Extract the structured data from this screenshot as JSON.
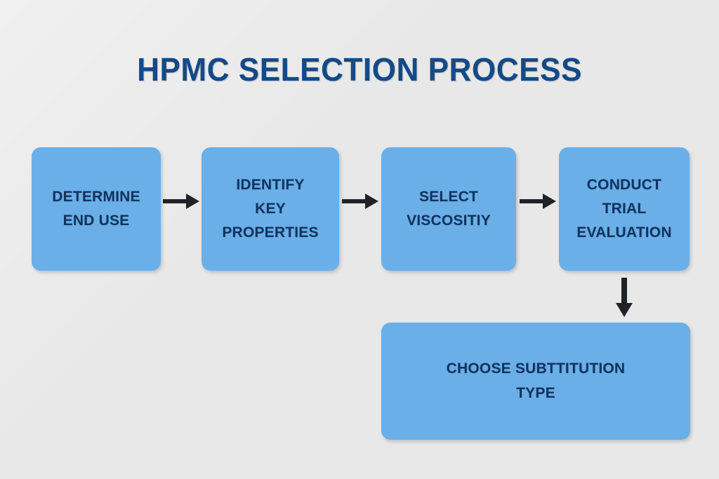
{
  "diagram": {
    "title": "HPMC SELECTION PROCESS",
    "background_color": "#e8e8e8",
    "node_fill_color": "#6bafe8",
    "node_text_color": "#10335e",
    "title_color": "#144a87",
    "arrow_color": "#1f2328",
    "nodes": [
      {
        "id": "determine-end-use",
        "label": "DETERMINE\nEND USE",
        "lines": [
          "DETERMINE",
          "END USE"
        ]
      },
      {
        "id": "identify-key-properties",
        "label": "IDENTIFY\nKEY\nPROPERTIES",
        "lines": [
          "IDENTIFY",
          "KEY",
          "PROPERTIES"
        ]
      },
      {
        "id": "select-viscositiy",
        "label": "SELECT\nVISCOSITIY",
        "lines": [
          "SELECT",
          "VISCOSITIY"
        ]
      },
      {
        "id": "conduct-trial-evaluation",
        "label": "CONDUCT\nTRIAL\nEVALUATION",
        "lines": [
          "CONDUCT",
          "TRIAL",
          "EVALUATION"
        ]
      },
      {
        "id": "choose-subttitution-type",
        "label": "CHOOSE SUBTTITUTION\nTYPE",
        "lines": [
          "CHOOSE SUBTTITUTION",
          "TYPE"
        ]
      }
    ],
    "connectors": [
      {
        "id": "arrow-1",
        "from": "determine-end-use",
        "to": "identify-key-properties",
        "direction": "right"
      },
      {
        "id": "arrow-2",
        "from": "identify-key-properties",
        "to": "select-viscositiy",
        "direction": "right"
      },
      {
        "id": "arrow-3",
        "from": "select-viscositiy",
        "to": "conduct-trial-evaluation",
        "direction": "right"
      },
      {
        "id": "arrow-4",
        "from": "conduct-trial-evaluation",
        "to": "choose-subttitution-type",
        "direction": "down"
      }
    ]
  },
  "chart_data": {
    "type": "diagram",
    "subtype": "flowchart",
    "title": "HPMC SELECTION PROCESS",
    "steps": [
      "DETERMINE END USE",
      "IDENTIFY KEY PROPERTIES",
      "SELECT VISCOSITIY",
      "CONDUCT TRIAL EVALUATION",
      "CHOOSE SUBTTITUTION TYPE"
    ],
    "edges": [
      [
        "DETERMINE END USE",
        "IDENTIFY KEY PROPERTIES"
      ],
      [
        "IDENTIFY KEY PROPERTIES",
        "SELECT VISCOSITIY"
      ],
      [
        "SELECT VISCOSITIY",
        "CONDUCT TRIAL EVALUATION"
      ],
      [
        "CONDUCT TRIAL EVALUATION",
        "CHOOSE SUBTTITUTION TYPE"
      ]
    ],
    "layout": "four-across-then-wrap-to-wide-box",
    "legend": "none",
    "grid": false
  }
}
